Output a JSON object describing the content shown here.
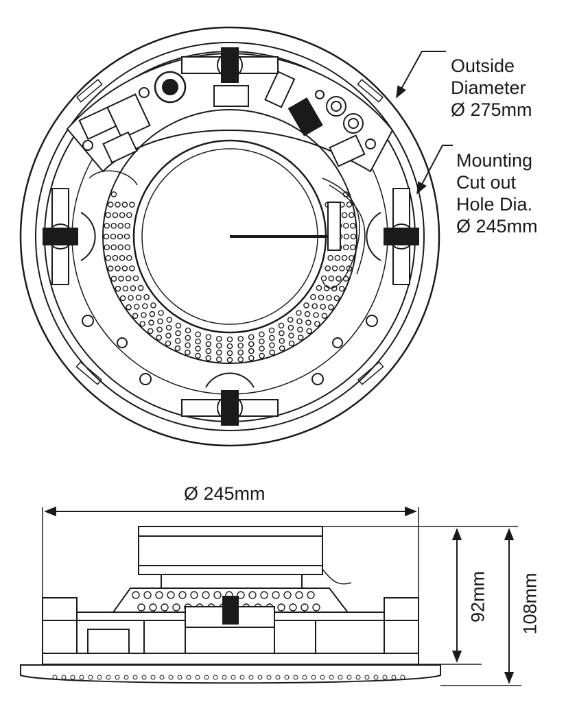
{
  "top_view": {
    "outside_label": [
      "Outside",
      "Diameter",
      "Ø 275mm"
    ],
    "cutout_label": [
      "Mounting",
      "Cut out",
      "Hole Dia.",
      "Ø 245mm"
    ]
  },
  "side_view": {
    "width_label": "Ø 245mm",
    "height_label_inner": "92mm",
    "height_label_outer": "108mm"
  },
  "colors": {
    "line": "#1a1a1a",
    "fill": "#ffffff"
  }
}
